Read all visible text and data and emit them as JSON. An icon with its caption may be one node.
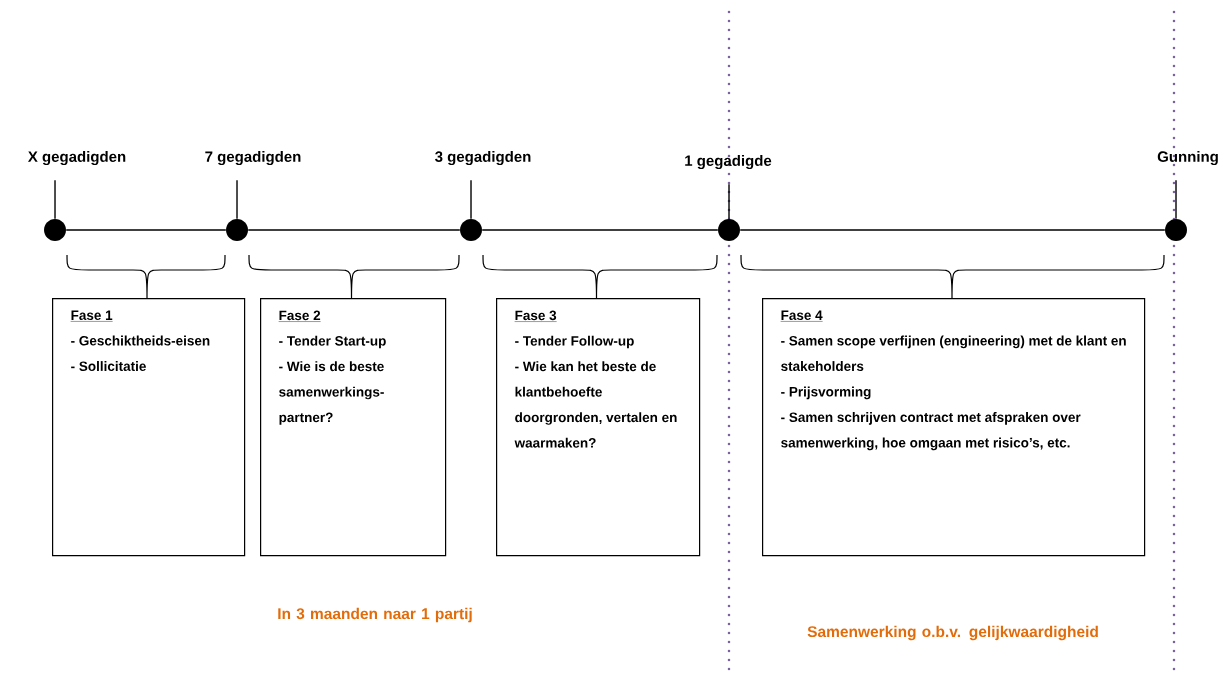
{
  "diagram": {
    "nodes": [
      {
        "text": [
          "X gegadigden"
        ]
      },
      {
        "text": [
          "7 gegadigden"
        ]
      },
      {
        "text": [
          "3 gegadigden"
        ]
      },
      {
        "text": [
          "1 gegadigde"
        ]
      },
      {
        "text": [
          "Gunning"
        ]
      },
      {
        "text": [],
        "shape": "circle"
      },
      {
        "text": [],
        "shape": "circle"
      },
      {
        "text": [],
        "shape": "circle"
      },
      {
        "text": [],
        "shape": "circle"
      },
      {
        "text": [],
        "shape": "circle"
      },
      {
        "text": [
          "Fase 1",
          "- Geschiktheids-eisen",
          "- Sollicitatie"
        ]
      },
      {
        "text": [
          "Fase 2",
          "- Tender Start-up",
          "- Wie is de beste samenwerkings-partner?"
        ]
      },
      {
        "text": [
          "Fase 3",
          "- Tender Follow-up",
          "- Wie kan het beste de klantbehoefte doorgronden, vertalen en waarmaken?"
        ]
      },
      {
        "text": [
          "Fase 4",
          "- Samen scope verfijnen (engineering) met de klant en stakeholders",
          "- Prijsvorming",
          "- Samen schrijven contract met afspraken over samenwerking, hoe omgaan met risico’s, etc."
        ]
      }
    ],
    "edges": [
      {
        "from": 0,
        "to": 5,
        "arrow": "none"
      },
      {
        "from": 1,
        "to": 6,
        "arrow": "none"
      },
      {
        "from": 2,
        "to": 7,
        "arrow": "none"
      },
      {
        "from": 3,
        "to": 8,
        "arrow": "none"
      },
      {
        "from": 4,
        "to": 9,
        "arrow": "none"
      },
      {
        "from": 5,
        "to": 6,
        "arrow": "none"
      },
      {
        "from": 6,
        "to": 7,
        "arrow": "none"
      },
      {
        "from": 7,
        "to": 8,
        "arrow": "none"
      },
      {
        "from": 8,
        "to": 9,
        "arrow": "none"
      }
    ],
    "labels": [
      "In 3 maanden naar 1 partij",
      "Samenwerking o.b.v. gelijkwaardigheid"
    ]
  }
}
